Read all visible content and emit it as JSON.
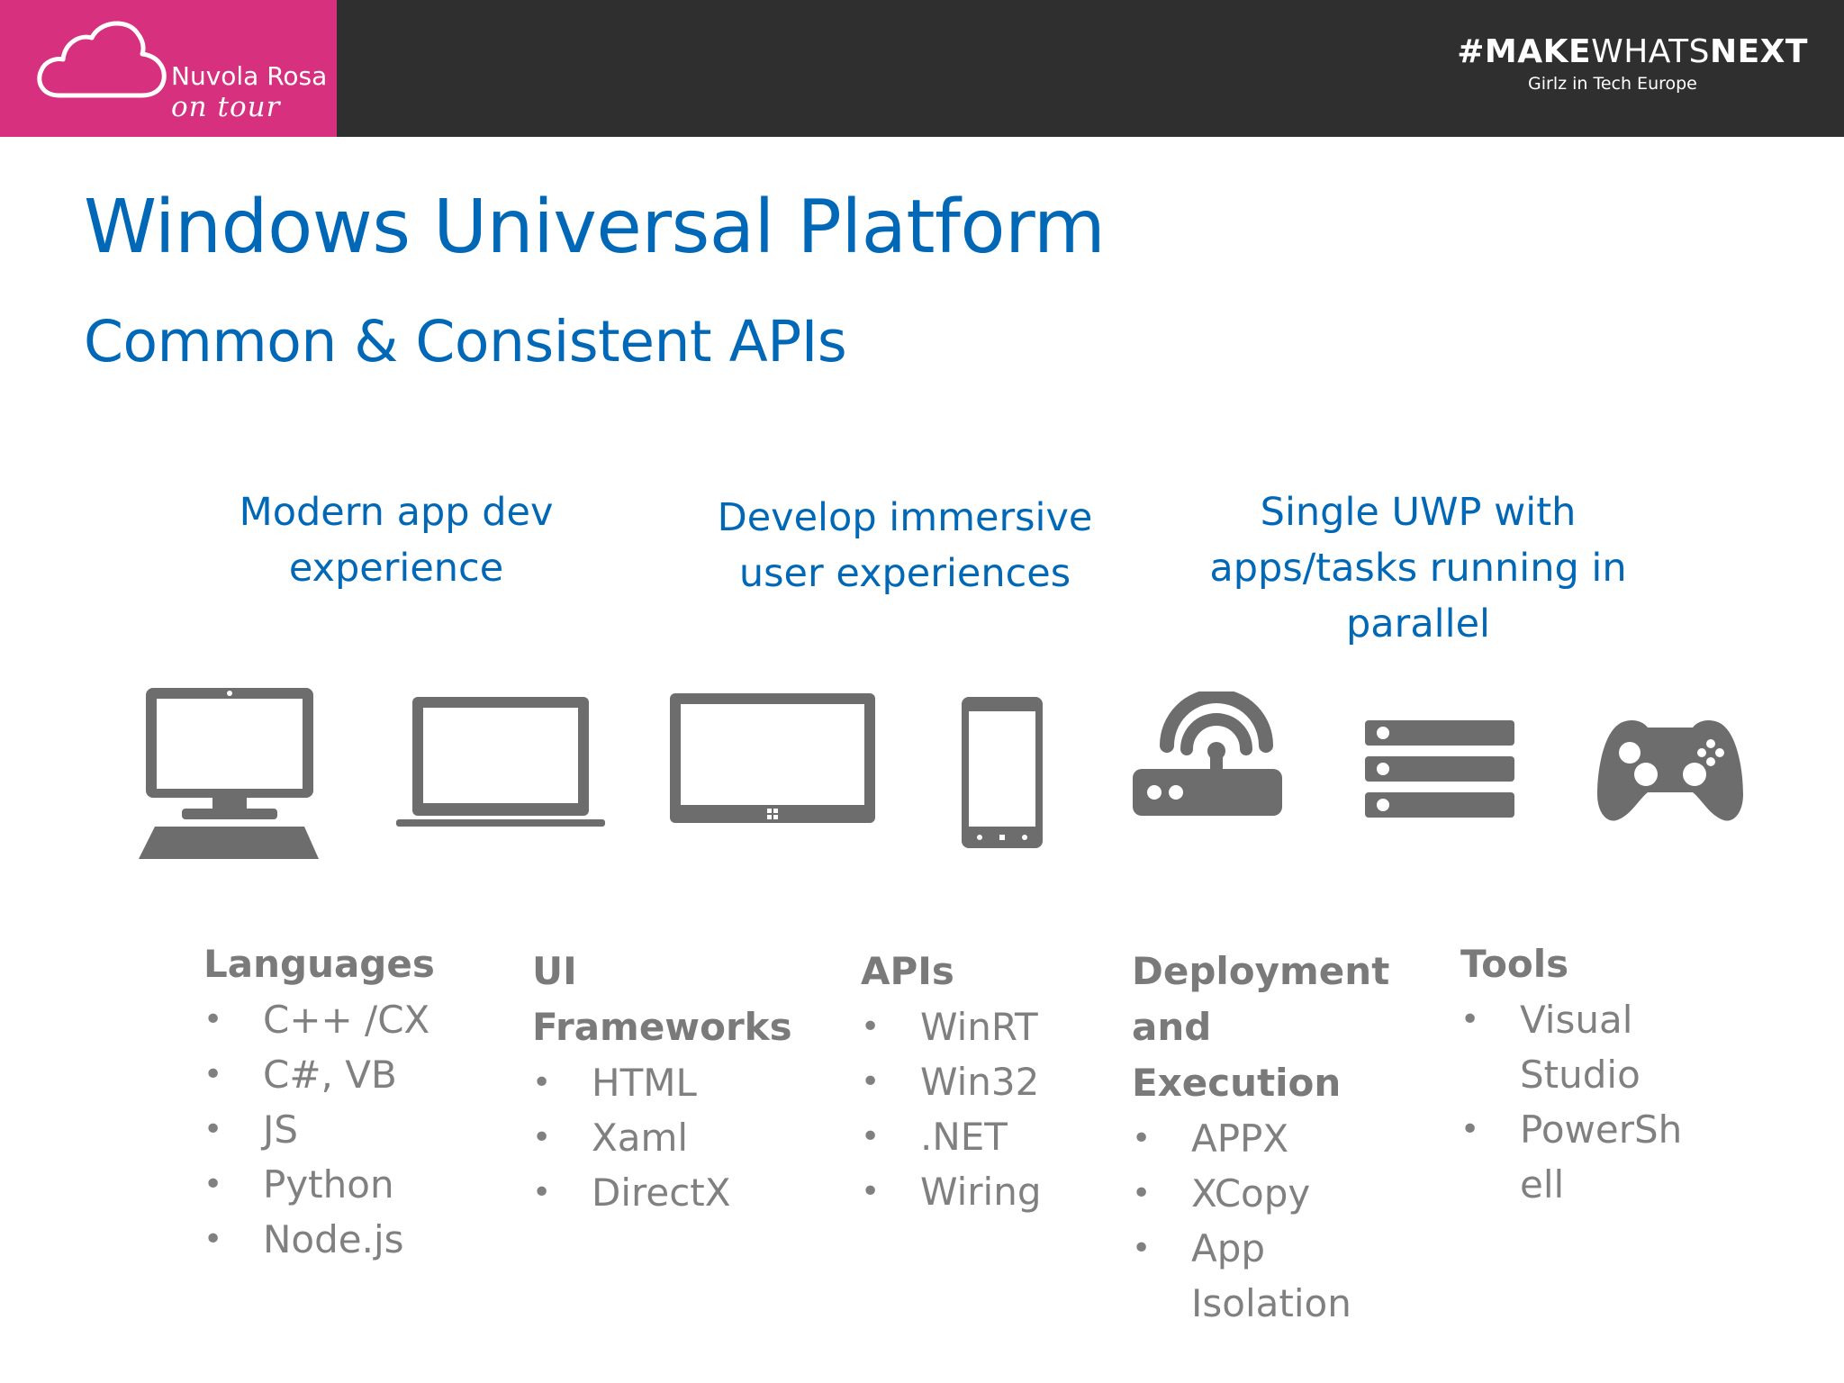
{
  "header": {
    "logo_name": "Nuvola Rosa",
    "logo_tagline": "on tour",
    "hashtag_1": "#MAKE",
    "hashtag_2": "WHATS",
    "hashtag_3": "NEXT",
    "organizer": "Girlz in Tech Europe",
    "colors": {
      "header_bg": "#2f2f30",
      "logo_bg": "#d6307e",
      "accent": "#0068b6"
    }
  },
  "slide": {
    "title": "Windows Universal Platform",
    "subtitle": "Common & Consistent APIs",
    "features": [
      {
        "line1": "Modern app dev",
        "line2": "experience"
      },
      {
        "line1": "Develop immersive",
        "line2": "user experiences"
      },
      {
        "line1": "Single UWP with",
        "line2": "apps/tasks running in",
        "line3": "parallel"
      }
    ],
    "devices": [
      "desktop-icon",
      "laptop-icon",
      "tablet-icon",
      "phone-icon",
      "iot-router-icon",
      "server-icon",
      "gamepad-icon"
    ],
    "columns": [
      {
        "heading": "Languages",
        "items": [
          "C++ /CX",
          "C#, VB",
          "JS",
          "Python",
          "Node.js"
        ]
      },
      {
        "heading_line1": "UI",
        "heading_line2": "Frameworks",
        "items": [
          "HTML",
          "Xaml",
          "DirectX"
        ]
      },
      {
        "heading": "APIs",
        "items": [
          "WinRT",
          "Win32",
          ".NET",
          "Wiring"
        ]
      },
      {
        "heading_line1": "Deployment",
        "heading_line2": "and",
        "heading_line3": "Execution",
        "items": [
          "APPX",
          "XCopy"
        ],
        "item3_line1": "App",
        "item3_line2": "Isolation"
      },
      {
        "heading": "Tools",
        "item1_line1": "Visual",
        "item1_line2": "Studio",
        "item2_line1": "PowerSh",
        "item2_line2": "ell"
      }
    ]
  }
}
